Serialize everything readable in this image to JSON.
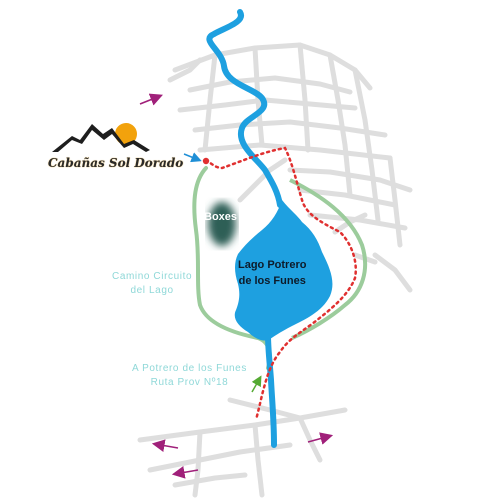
{
  "logo": {
    "text": "Cabañas Sol Dorado",
    "colors": {
      "mountain": "#1e1e1e",
      "sun": "#f2a20c",
      "text": "#3a2a10"
    }
  },
  "labels": {
    "lake": [
      "Lago Potrero",
      "de los Funes"
    ],
    "boxes": "Boxes",
    "lake_road": [
      "Camino Circuito",
      "del Lago"
    ],
    "access": [
      "A Potrero de los Funes",
      "Ruta Prov Nº18"
    ]
  },
  "colors": {
    "water": "#1ea0e0",
    "streets": "#dedede",
    "lake_road": "#9ccc9c",
    "route": "#e03030",
    "arrows": "#a0207a",
    "boxes_area": "#2f5f57",
    "pointer_blue": "#1f8fd6",
    "pointer_green": "#55aa33",
    "label_text": "#8fd8d8"
  },
  "icons": [
    "location-dot-icon",
    "direction-arrow-icon"
  ]
}
